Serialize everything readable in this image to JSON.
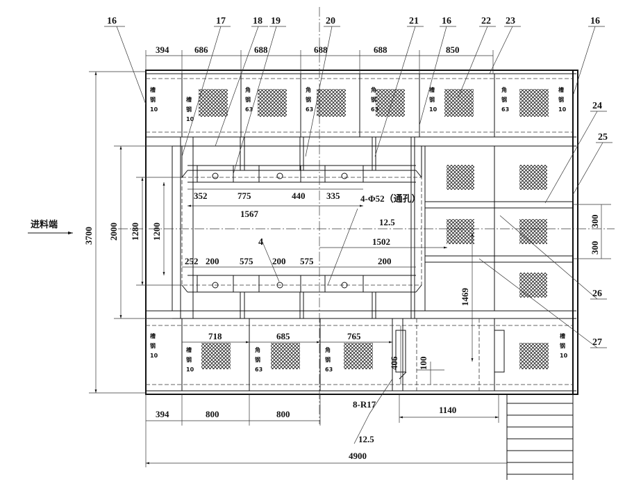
{
  "part_labels": [
    "16",
    "17",
    "18",
    "19",
    "20",
    "21",
    "16",
    "22",
    "23",
    "16",
    "24",
    "25",
    "26",
    "27",
    "4"
  ],
  "top_dims": [
    "394",
    "686",
    "688",
    "688",
    "688",
    "850"
  ],
  "inner_top_dims": [
    "352",
    "775",
    "440",
    "335"
  ],
  "inner_total": "1567",
  "hole_note": "4-Φ52（通孔）",
  "hole_note_sub": "12.5",
  "dim_1502": "1502",
  "inner_bottom_dims": [
    "252",
    "200",
    "575",
    "200",
    "575",
    "200"
  ],
  "left_dims": {
    "total": "3700",
    "d2000": "2000",
    "d1280": "1280",
    "d1200": "1200"
  },
  "feed_label": "进料端",
  "right_dims": [
    "300",
    "300"
  ],
  "dim_1469": "1469",
  "bottom_inner": [
    "718",
    "685",
    "765"
  ],
  "dim_406": "406",
  "dim_100": "100",
  "bottom_dims": [
    "394",
    "800",
    "800"
  ],
  "radius_note": "8-R17",
  "radius_sub": "12.5",
  "dim_1140": "1140",
  "dim_4900": "4900",
  "beam_channel": [
    "槽",
    "钢",
    "10"
  ],
  "beam_angle": [
    "角",
    "钢",
    "63"
  ]
}
